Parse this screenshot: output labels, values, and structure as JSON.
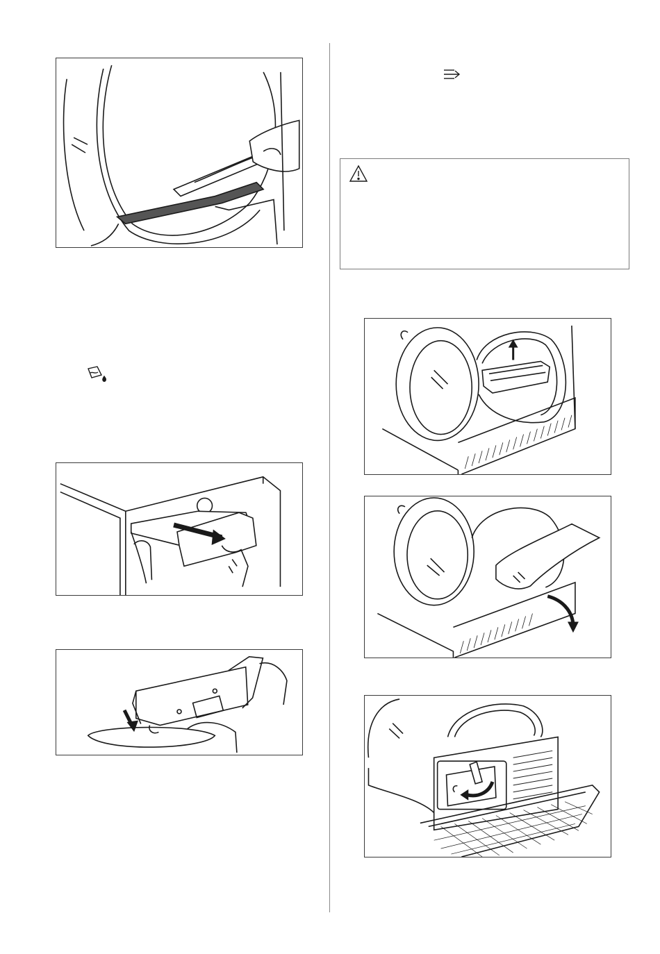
{
  "page": {
    "figures": [
      {
        "id": "fig-clean-door-filter-seal",
        "icon": "brush-cleaning-illustration"
      },
      {
        "id": "fig-pull-water-container",
        "icon": "drawer-pull-illustration"
      },
      {
        "id": "fig-drain-water-container",
        "icon": "drain-water-illustration"
      },
      {
        "id": "fig-remove-filter",
        "icon": "filter-lift-illustration"
      },
      {
        "id": "fig-open-condenser-cover",
        "icon": "cover-open-illustration"
      },
      {
        "id": "fig-unlock-condenser",
        "icon": "lever-turn-illustration"
      }
    ],
    "symbols": {
      "filter_symbol": "filter-arrows-icon",
      "water_container_symbol": "water-container-icon",
      "warning_symbol": "warning-triangle-icon"
    },
    "colors": {
      "line": "#1a1a1a",
      "border": "#3a3a3a",
      "divider": "#8a8a8a"
    }
  }
}
